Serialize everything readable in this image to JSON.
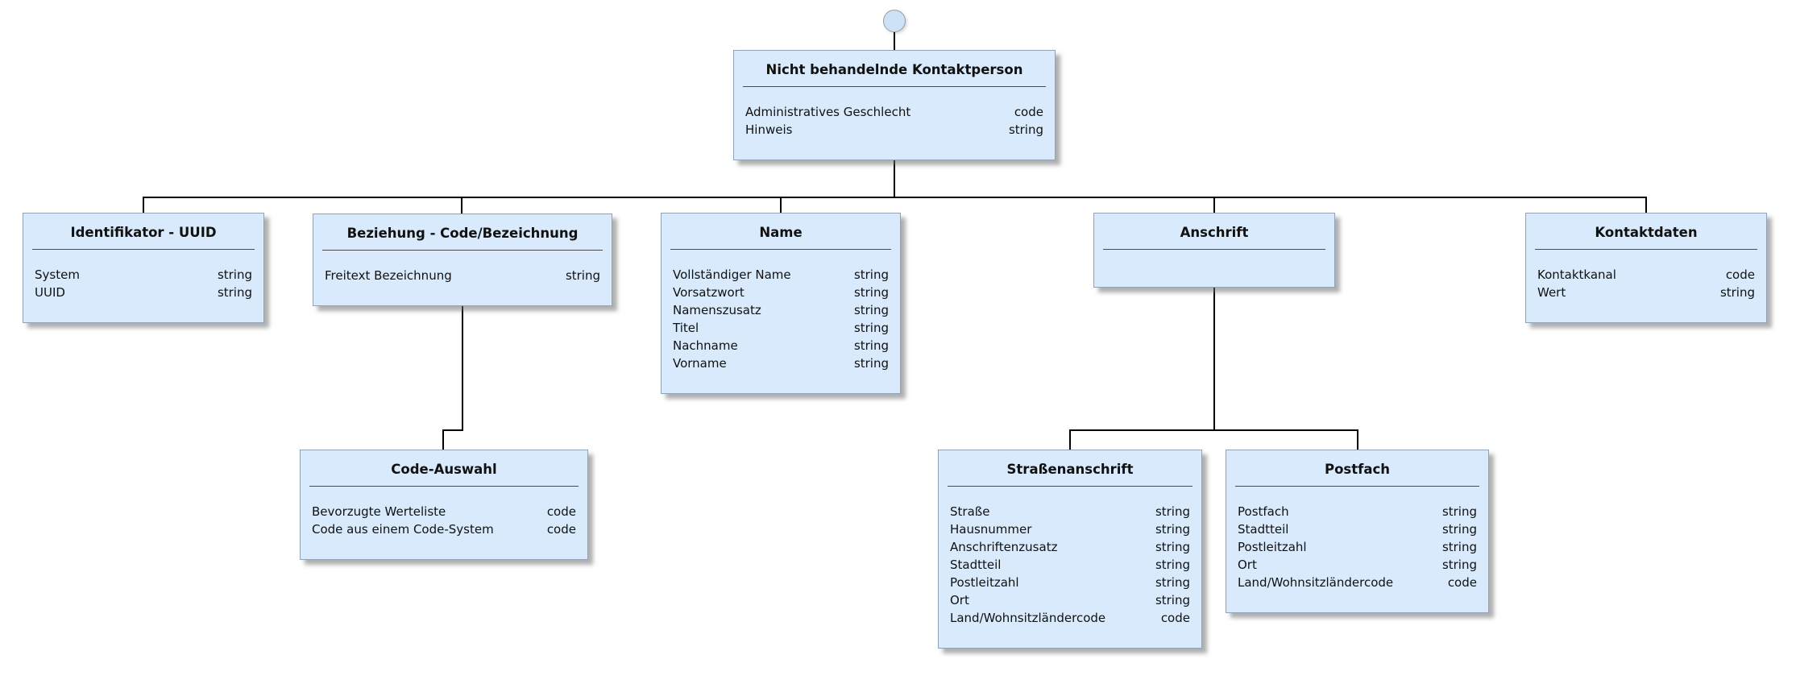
{
  "colors": {
    "node_fill": "#d8eafc",
    "node_border": "#8ea3b5",
    "connector": "#000000",
    "separator": "#4a4a4a",
    "circle_fill": "#cde2f6",
    "circle_border": "#9b9b9b"
  },
  "entities": {
    "root": {
      "title": "Nicht behandelnde Kontaktperson",
      "attributes": [
        {
          "name": "Administratives Geschlecht",
          "type": "code"
        },
        {
          "name": "Hinweis",
          "type": "string"
        }
      ]
    },
    "identifikator": {
      "title": "Identifikator - UUID",
      "attributes": [
        {
          "name": "System",
          "type": "string"
        },
        {
          "name": "UUID",
          "type": "string"
        }
      ]
    },
    "beziehung": {
      "title": "Beziehung - Code/Bezeichnung",
      "attributes": [
        {
          "name": "Freitext Bezeichnung",
          "type": "string"
        }
      ]
    },
    "name": {
      "title": "Name",
      "attributes": [
        {
          "name": "Vollständiger Name",
          "type": "string"
        },
        {
          "name": "Vorsatzwort",
          "type": "string"
        },
        {
          "name": "Namenszusatz",
          "type": "string"
        },
        {
          "name": "Titel",
          "type": "string"
        },
        {
          "name": "Nachname",
          "type": "string"
        },
        {
          "name": "Vorname",
          "type": "string"
        }
      ]
    },
    "anschrift": {
      "title": "Anschrift",
      "attributes": []
    },
    "kontaktdaten": {
      "title": "Kontaktdaten",
      "attributes": [
        {
          "name": "Kontaktkanal",
          "type": "code"
        },
        {
          "name": "Wert",
          "type": "string"
        }
      ]
    },
    "codeauswahl": {
      "title": "Code-Auswahl",
      "attributes": [
        {
          "name": "Bevorzugte Werteliste",
          "type": "code"
        },
        {
          "name": "Code aus einem Code-System",
          "type": "code"
        }
      ]
    },
    "strassenanschrift": {
      "title": "Straßenanschrift",
      "attributes": [
        {
          "name": "Straße",
          "type": "string"
        },
        {
          "name": "Hausnummer",
          "type": "string"
        },
        {
          "name": "Anschriftenzusatz",
          "type": "string"
        },
        {
          "name": "Stadtteil",
          "type": "string"
        },
        {
          "name": "Postleitzahl",
          "type": "string"
        },
        {
          "name": "Ort",
          "type": "string"
        },
        {
          "name": "Land/Wohnsitzländercode",
          "type": "code"
        }
      ]
    },
    "postfach": {
      "title": "Postfach",
      "attributes": [
        {
          "name": "Postfach",
          "type": "string"
        },
        {
          "name": "Stadtteil",
          "type": "string"
        },
        {
          "name": "Postleitzahl",
          "type": "string"
        },
        {
          "name": "Ort",
          "type": "string"
        },
        {
          "name": "Land/Wohnsitzländercode",
          "type": "code"
        }
      ]
    }
  },
  "relations": [
    {
      "parent": "Nicht behandelnde Kontaktperson",
      "children": [
        "Identifikator - UUID",
        "Beziehung - Code/Bezeichnung",
        "Name",
        "Anschrift",
        "Kontaktdaten"
      ]
    },
    {
      "parent": "Beziehung - Code/Bezeichnung",
      "children": [
        "Code-Auswahl"
      ]
    },
    {
      "parent": "Anschrift",
      "children": [
        "Straßenanschrift",
        "Postfach"
      ]
    }
  ]
}
